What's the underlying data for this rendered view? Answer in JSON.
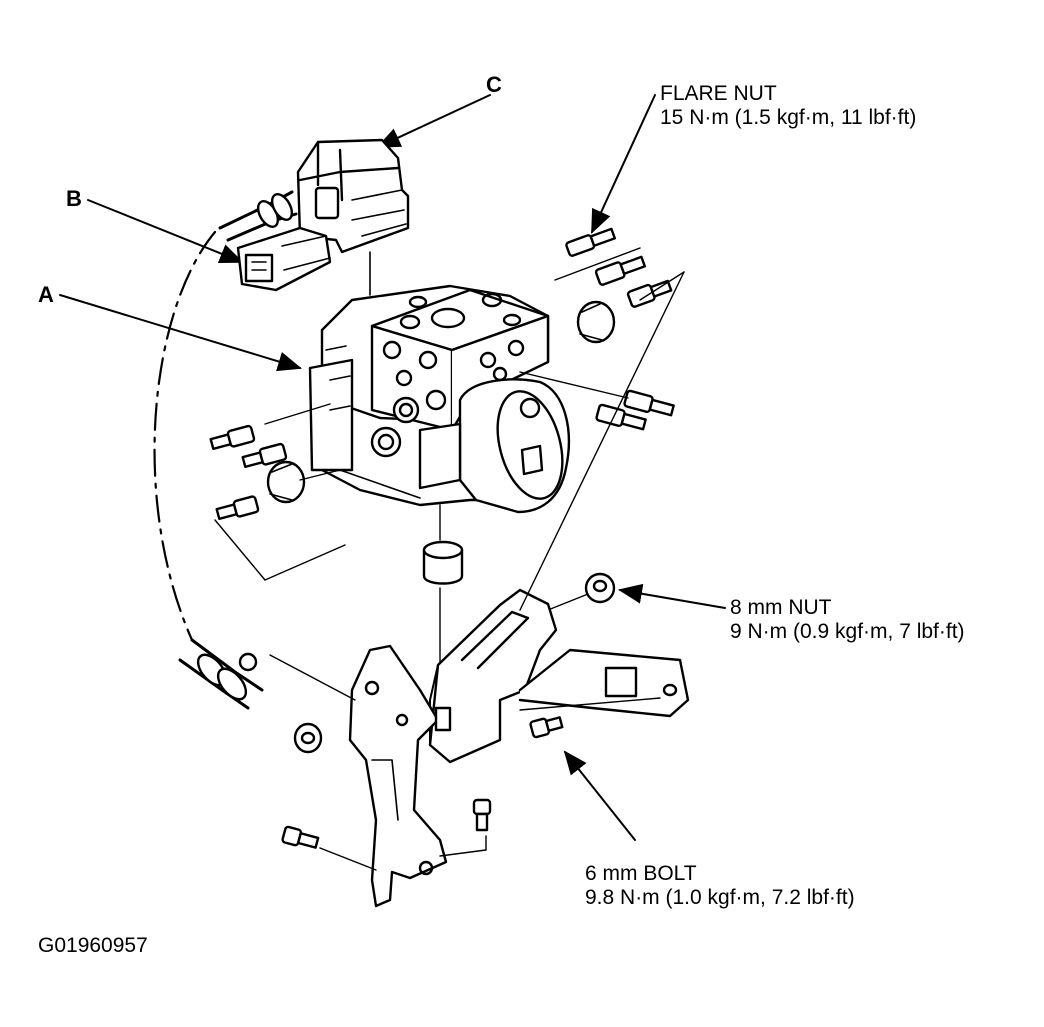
{
  "callouts": {
    "a": "A",
    "b": "B",
    "c": "C"
  },
  "specs": {
    "flare_nut": {
      "name": "FLARE NUT",
      "torque": "15 N·m (1.5 kgf·m, 11 lbf·ft)"
    },
    "nut_8mm": {
      "name": "8 mm NUT",
      "torque": "9 N·m (0.9 kgf·m, 7 lbf·ft)"
    },
    "bolt_6mm": {
      "name": "6 mm BOLT",
      "torque": "9.8 N·m (1.0 kgf·m, 7.2 lbf·ft)"
    }
  },
  "figure_id": "G01960957"
}
